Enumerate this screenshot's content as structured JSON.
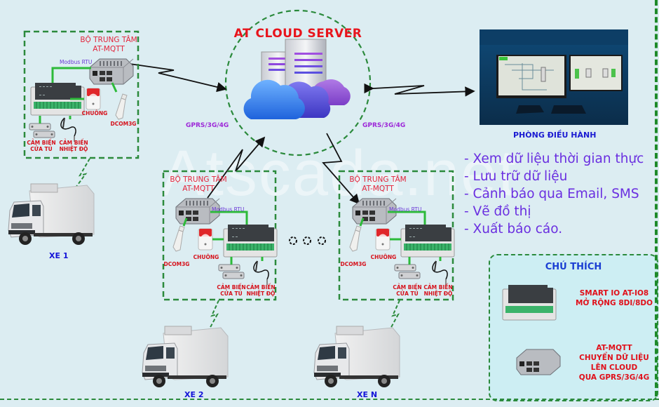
{
  "watermark": "Atscada.net",
  "server": {
    "title": "AT CLOUD SERVER",
    "link_left_label": "GPRS/3G/4G",
    "link_right_label": "GPRS/3G/4G"
  },
  "control_room": {
    "label": "PHÒNG ĐIỀU HÀNH"
  },
  "features": [
    "- Xem dữ liệu thời gian thực",
    "- Lưu trữ dữ liệu",
    "- Cảnh báo qua Email, SMS",
    "- Vẽ đồ thị",
    "- Xuất báo cáo."
  ],
  "vehicles": [
    {
      "name": "XE 1",
      "hub_line1": "BỘ TRUNG TÂM",
      "hub_line2": "AT-MQTT",
      "bus": "Modbus RTU",
      "bell": "CHUÔNG",
      "dcom": "DCOM3G",
      "door_sensor_l1": "CẢM BIẾN",
      "door_sensor_l2": "CỬA TỦ",
      "temp_sensor_l1": "CẢM BIẾN",
      "temp_sensor_l2": "NHIỆT ĐỘ"
    },
    {
      "name": "XE 2",
      "hub_line1": "BỘ TRUNG TÂM",
      "hub_line2": "AT-MQTT",
      "bus": "Modbus RTU",
      "bell": "CHUÔNG",
      "dcom": "DCOM3G",
      "door_sensor_l1": "CẢM BIẾN",
      "door_sensor_l2": "CỬA TỦ",
      "temp_sensor_l1": "CẢM BIẾN",
      "temp_sensor_l2": "NHIỆT ĐỘ"
    },
    {
      "name": "XE N",
      "hub_line1": "BỘ TRUNG TÂM",
      "hub_line2": "AT-MQTT",
      "bus": "Modbus RTU",
      "bell": "CHUÔNG",
      "dcom": "DCOM3G",
      "door_sensor_l1": "CẢM BIẾN",
      "door_sensor_l2": "CỬA TỦ",
      "temp_sensor_l1": "CẢM BIẾN",
      "temp_sensor_l2": "NHIỆT ĐỘ"
    }
  ],
  "legend": {
    "title": "CHÚ THÍCH",
    "items": [
      {
        "icon": "io-module-icon",
        "line1": "SMART IO AT-IO8",
        "line2": "MỞ RỘNG 8DI/8DO"
      },
      {
        "icon": "mqtt-gateway-icon",
        "line1": "AT-MQTT",
        "line2": "CHUYỂN DỮ LIỆU",
        "line3": "LÊN CLOUD",
        "line4": "QUA GPRS/3G/4G"
      }
    ]
  },
  "colors": {
    "background": "#dcedf2",
    "dashed_green": "#2b8a3c",
    "label_red": "#d6101a",
    "feature_purple": "#6a2fe0",
    "vehicle_blue": "#1414d8",
    "gprs_purple": "#9d27d8"
  }
}
